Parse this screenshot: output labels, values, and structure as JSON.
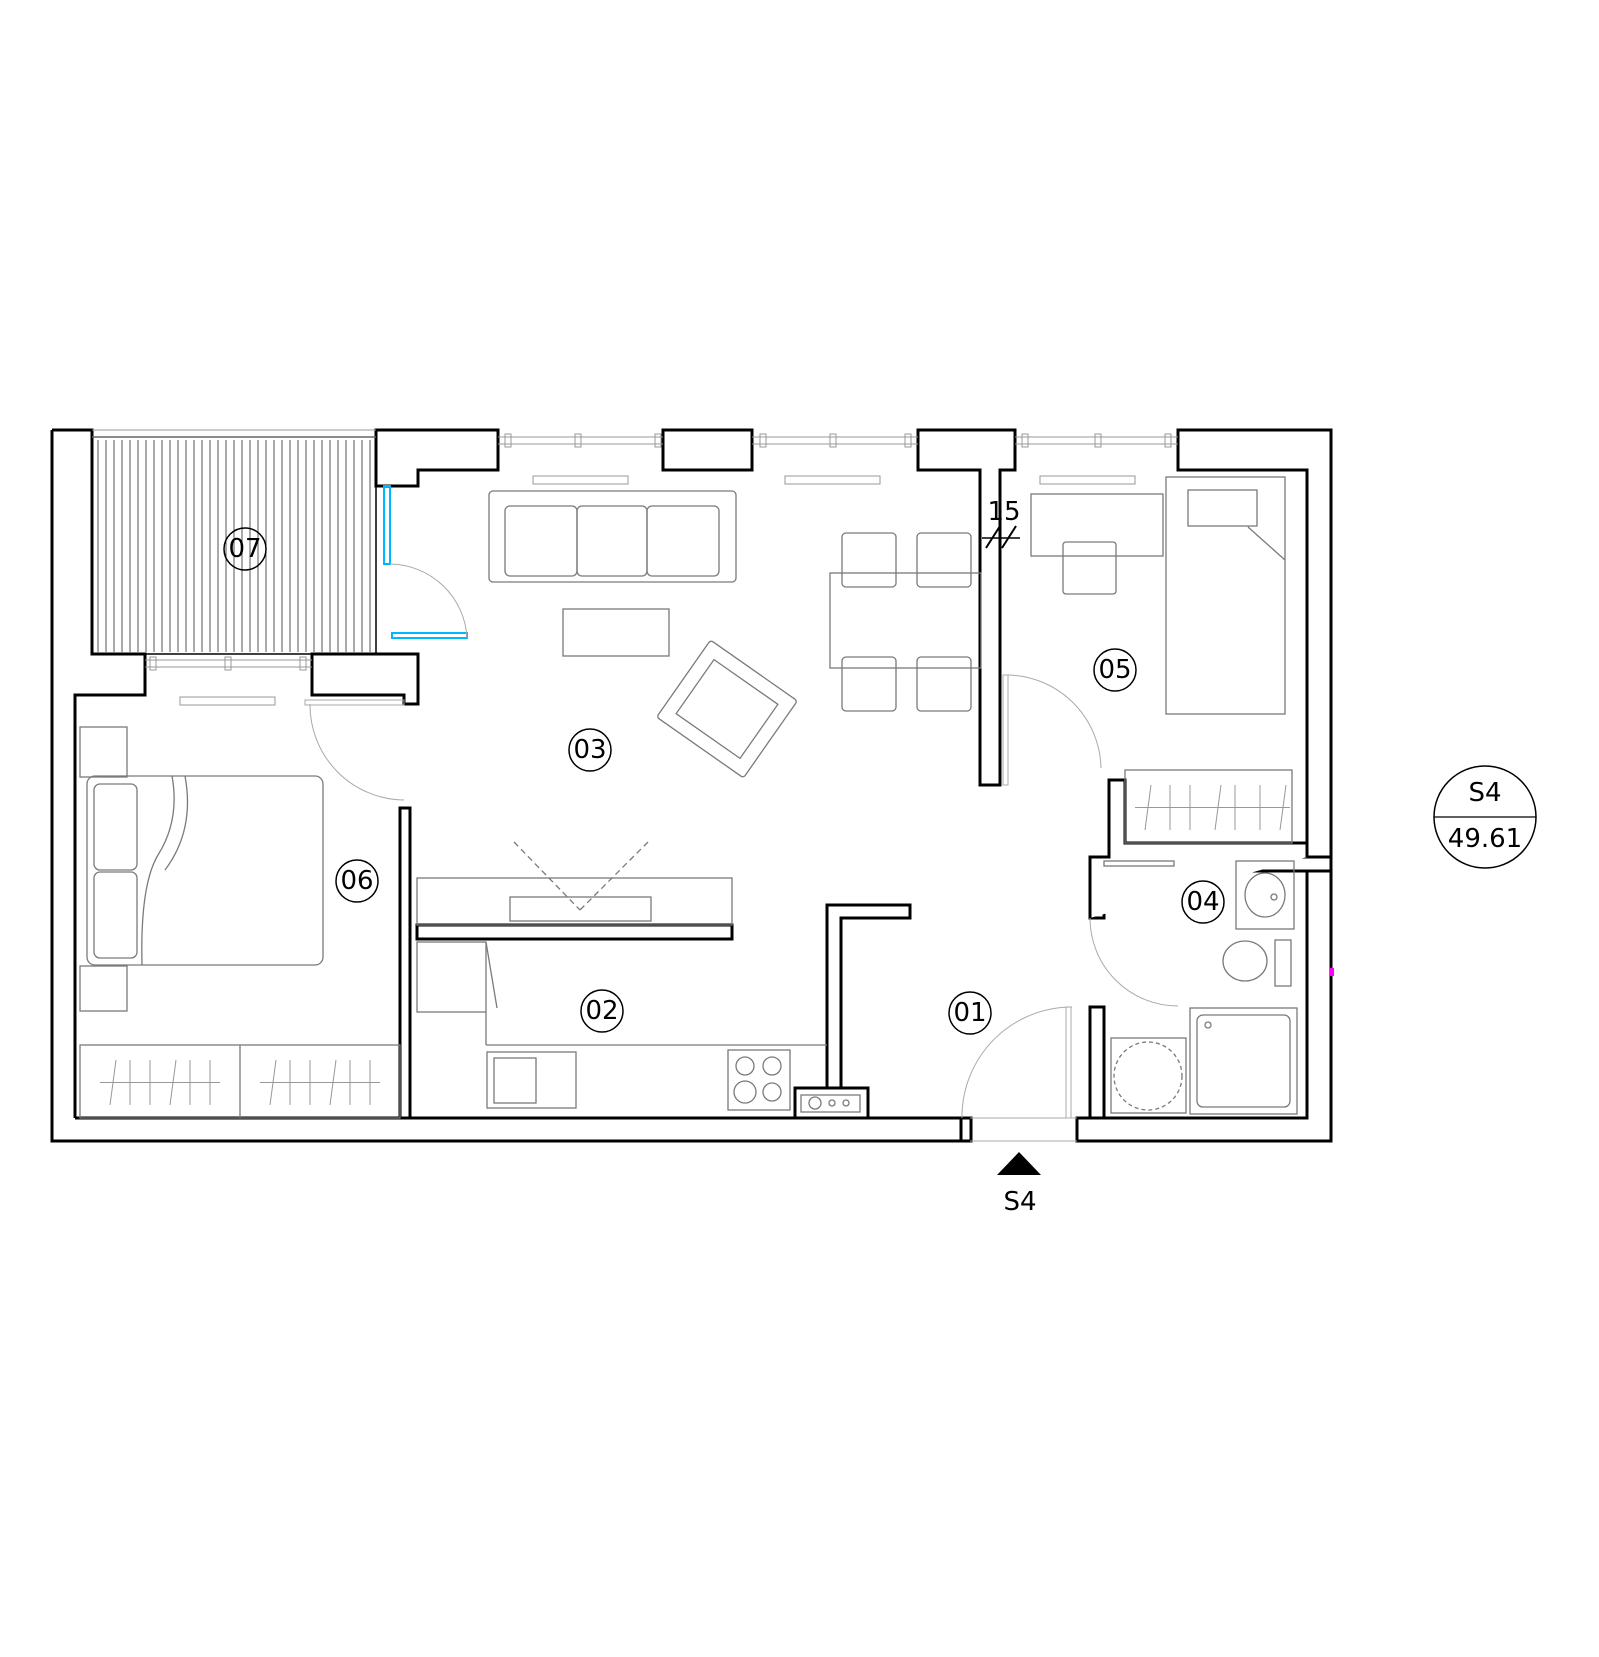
{
  "rooms": [
    {
      "id": "01"
    },
    {
      "id": "02"
    },
    {
      "id": "03"
    },
    {
      "id": "04"
    },
    {
      "id": "05"
    },
    {
      "id": "06"
    },
    {
      "id": "07"
    }
  ],
  "unit": {
    "name": "S4",
    "area": "49.61",
    "area_color": "#ff00ff"
  },
  "entrance_label": "S4",
  "annotation": "15",
  "colors": {
    "window_glass": "#00b7ff",
    "wall": "#000000",
    "furniture": "#7a7a7a"
  }
}
